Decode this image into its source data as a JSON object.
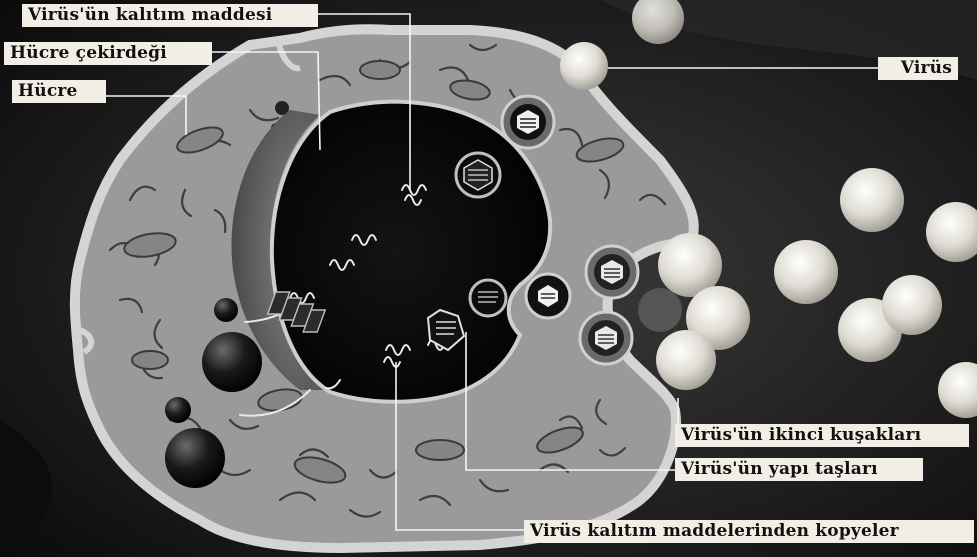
{
  "labels": {
    "viral_genome": "Virüs'ün kalıtım maddesi",
    "cell_nucleus": "Hücre çekirdeği",
    "cell": "Hücre",
    "virus": "Virüs",
    "second_generation": "Virüs'ün ikinci kuşakları",
    "building_blocks": "Virüs'ün yapı taşları",
    "genome_copies": "Virüs kalıtım maddelerinden kopyeler"
  },
  "colors": {
    "background": "#1a1a1a",
    "cytoplasm": "#9a9a9a",
    "cell_membrane": "#cfcfcf",
    "nucleus": "#080808",
    "nuclear_envelope": "#6e6e6e",
    "virion": "#d9d6cc",
    "label_bg": "#f2eee6",
    "leader_line": "#f5f5f5"
  }
}
